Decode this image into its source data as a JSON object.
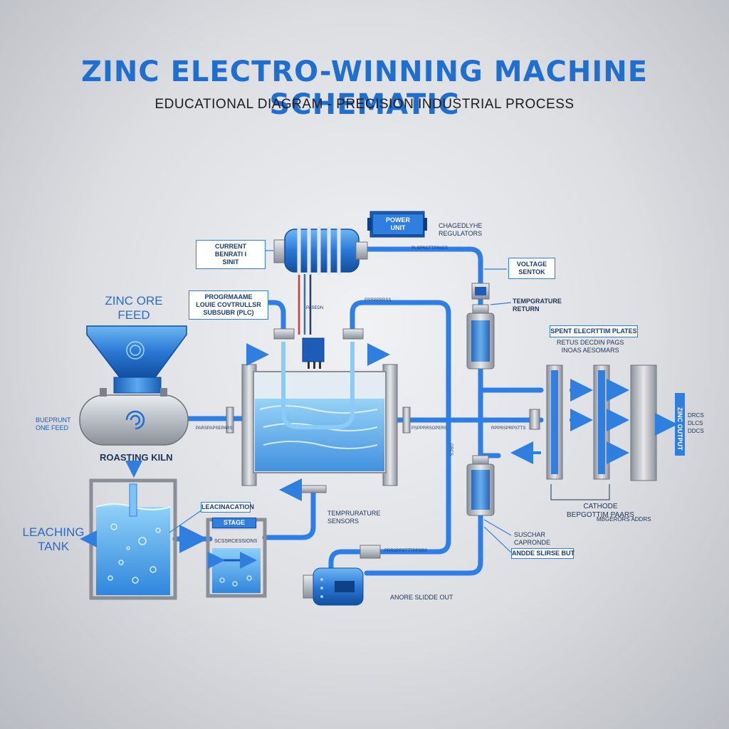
{
  "header": {
    "title": "ZINC ELECTRO-WINNING MACHINE SCHEMATIC",
    "subtitle": "EDUCATIONAL DIAGRAM - PRECISION INDUSTRIAL PROCESS"
  },
  "labels": {
    "power_unit": "POWER\nUNIT",
    "chargeable_regulators": "CHAGEDLYHE\nREGULATORS",
    "current_unit": "CURRENT\nBENRATI I\nSINIT",
    "plc": "PROGRMAAME\nLOUIE COVTRULLSR\nSUBSUBR (PLC)",
    "voltage_sensor": "VOLTAGE\nSENTOK",
    "temperature_return": "TEMPGRATURE\nRETURN",
    "spent_plates": "SPENT ELECRTTIM PLATES",
    "plates_sub": "RETUS DECDIN PAGS\nINOAS AESOMARS",
    "zinc_ore_feed": "ZINC ORE\nFEED",
    "burnt_ore_feed": "BUEPRUNT\nONE FEED",
    "roasting_kiln": "ROASTING KILN",
    "leaching_tank": "LEACHING\nTANK",
    "leacination": "LEACINACATION",
    "stage": "STAGE",
    "scessions": "SCSSRCESSIONS",
    "temperature_sensors": "TEMPRURATURE\nSENSORS",
    "cathode": "CATHODE\nBEPGOTTIM PAARS",
    "cathode_sub": "MBGERORS ADDRS",
    "zinc_out": "ZINC\nOUTPUT",
    "zinc_out_side": "DRCS\nDLCS\nDDCS",
    "sushar_capronde": "SUSCHAR\nCAPRONDE",
    "anode_slurge_out": "ANDDE SLIRSE BUT",
    "anode_sludge_out": "ANORE SLIDDE OUT",
    "pipe_tag_1": "PARSPAPSEPARS",
    "pipe_tag_2": "PSPPRRSOPERS",
    "pipe_tag_3": "RPPRSPRPSTTS",
    "pipe_tag_4": "ERRPPRRSS",
    "pipe_tag_5": "PASEDN",
    "pipe_tag_6": "PLSPRCTTPPAES",
    "pipe_tag_7": "PRRSPPSTTTPPSRS",
    "pipe_tag_8": "DRCS"
  },
  "colors": {
    "accent": "#2f7fe0",
    "pipe": "#2d7ee6",
    "pipe_dark": "#1559b8",
    "metal": "#aeb3ba",
    "water": "#5fb1f0"
  },
  "icons": [
    "swirl-icon",
    "bubble-icon",
    "arrow-icon",
    "coil-icon",
    "motor-icon"
  ]
}
